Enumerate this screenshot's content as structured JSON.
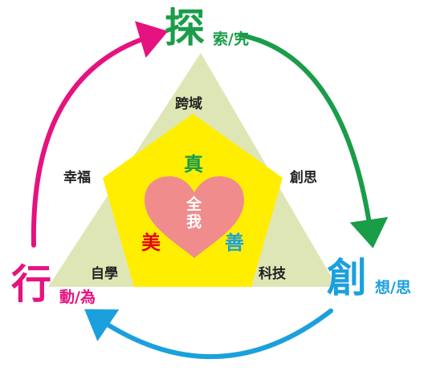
{
  "colors": {
    "green": "#1a9d49",
    "blue": "#1aa0dd",
    "magenta": "#e5127f",
    "triangle": "#dfe6b6",
    "pentagon": "#ffee00",
    "heart": "#f08c8c",
    "core_red": "#e60012"
  },
  "corners": {
    "top": {
      "big": "探",
      "sub": "索/究"
    },
    "right": {
      "big": "創",
      "sub": "想/思"
    },
    "left": {
      "big": "行",
      "sub": "動/為"
    }
  },
  "triangle_labels": {
    "top": "跨域",
    "upper_left": "幸福",
    "upper_right": "創思",
    "lower_left": "自學",
    "lower_right": "科技"
  },
  "core_values": {
    "top": "真",
    "left": "美",
    "right": "善"
  },
  "heart_label": [
    "全",
    "我"
  ]
}
